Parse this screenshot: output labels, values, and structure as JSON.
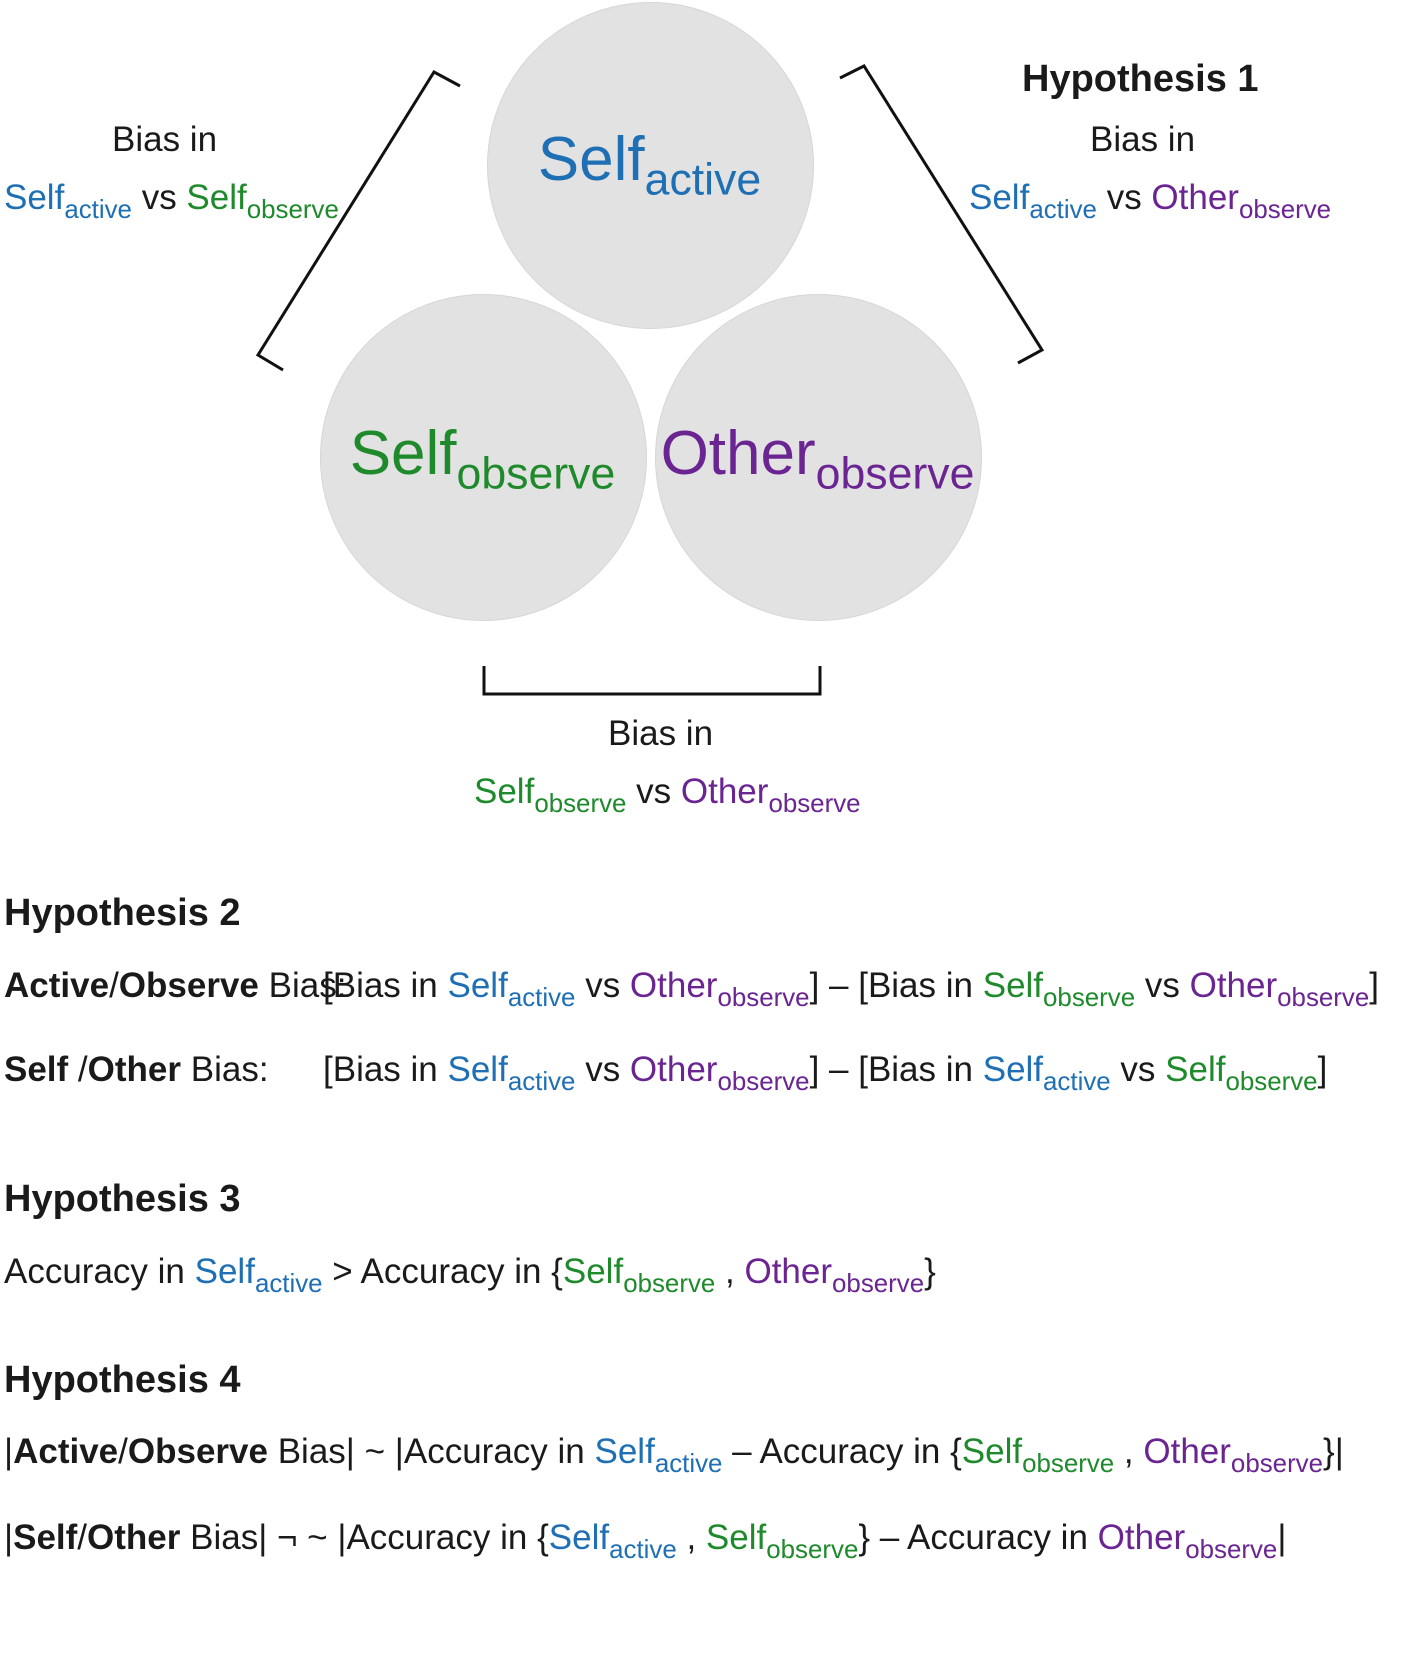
{
  "diagram": {
    "circles": [
      {
        "main": "Self",
        "sub": "active",
        "color": "#1f6fb5"
      },
      {
        "main": "Self",
        "sub": "observe",
        "color": "#1f8a2c"
      },
      {
        "main": "Other",
        "sub": "observe",
        "color": "#6a2592"
      }
    ],
    "hypothesis1_title": "Hypothesis 1",
    "bias_in": "Bias in",
    "vs": "vs",
    "terms": {
      "self": "Self",
      "other": "Other",
      "active": "active",
      "observe": "observe"
    }
  },
  "hypothesis2": {
    "title": "Hypothesis 2",
    "row1": {
      "label_bold_1": "Active",
      "slash": "/",
      "label_bold_2": "Observe",
      "label_rest": " Bias:",
      "open": "[Bias in ",
      "close_minus_open": "] – [Bias in ",
      "close": "]"
    },
    "row2": {
      "label_bold_1": "Self ",
      "slash": "/",
      "label_bold_2": "Other",
      "label_rest": " Bias:"
    }
  },
  "hypothesis3": {
    "title": "Hypothesis 3",
    "accuracy_in": "Accuracy in ",
    "gt": " > ",
    "open_brace": "{",
    "comma": " , ",
    "close_brace": "}"
  },
  "hypothesis4": {
    "title": "Hypothesis 4",
    "row1": {
      "bar": "|",
      "bold_1": "Active",
      "slash": "/",
      "bold_2": "Observe",
      "bias": " Bias",
      "relation": "| ~ |",
      "minus": " –  "
    },
    "row2": {
      "bold_1": "Self",
      "slash": "/",
      "bold_2": "Other",
      "bias": " Bias",
      "relation": "| ¬ ~ |",
      "minus": " – "
    }
  }
}
